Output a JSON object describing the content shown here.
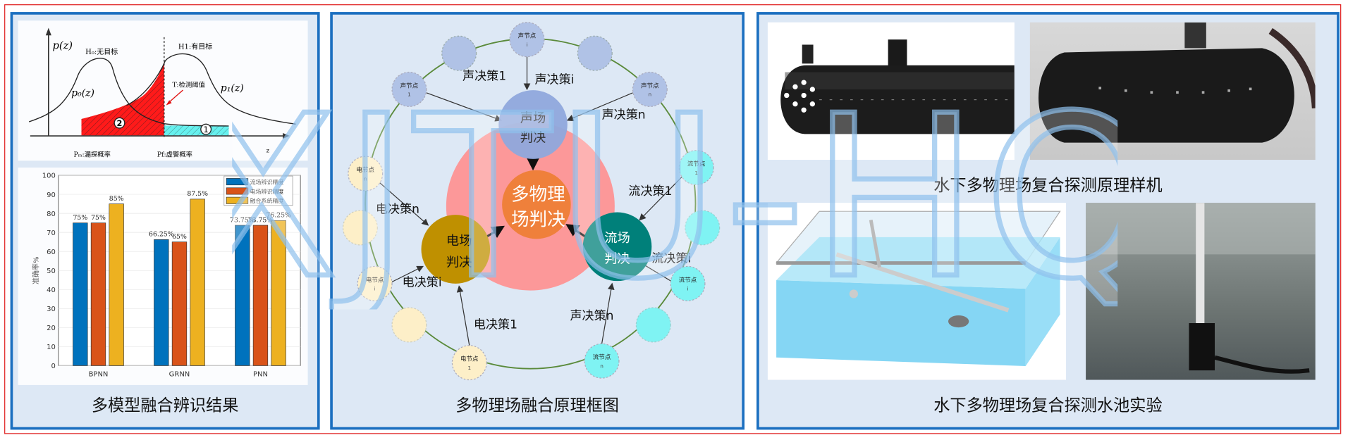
{
  "panels": {
    "left": {
      "caption": "多模型融合辨识结果"
    },
    "middle": {
      "caption": "多物理场融合原理框图"
    },
    "right": {
      "caption_top": "水下多物理场复合探测原理样机",
      "caption_bottom": "水下多物理场复合探测水池实验"
    }
  },
  "detection_plot": {
    "y_label": "p(z)",
    "x_label": "z",
    "h0_label": "H₀:无目标",
    "h1_label": "H1:有目标",
    "p0_label": "p₀(z)",
    "p1_label": "p₁(z)",
    "threshold_label": "T:检测阈值",
    "region1": "1",
    "region2": "2",
    "miss_label": "Pₘ:漏探概率",
    "false_alarm_label": "Pf:虚警概率"
  },
  "chart_data": {
    "type": "bar",
    "categories": [
      "BPNN",
      "GRNN",
      "PNN"
    ],
    "series": [
      {
        "name": "流场辨识精度",
        "values": [
          75,
          66.25,
          73.75
        ],
        "labels": [
          "75%",
          "66.25%",
          "73.75%"
        ],
        "color": "#0072bd"
      },
      {
        "name": "电场辨识精度",
        "values": [
          75,
          65,
          73.75
        ],
        "labels": [
          "75%",
          "65%",
          "73.75%"
        ],
        "color": "#d95319"
      },
      {
        "name": "融合系统精度",
        "values": [
          85,
          87.5,
          76.25
        ],
        "labels": [
          "85%",
          "87.5%",
          "76.25%"
        ],
        "color": "#edb120"
      }
    ],
    "ylabel": "准确率%",
    "xlabel": "",
    "ylim": [
      0,
      100
    ],
    "yticks": [
      "0",
      "10",
      "20",
      "30",
      "40",
      "50",
      "60",
      "70",
      "80",
      "90",
      "100"
    ],
    "grid": true,
    "legend": "top-right"
  },
  "diagram": {
    "center": "多物理场判决",
    "center_line1": "多物理",
    "center_line2": "场判决",
    "acoustic": {
      "line1": "声场",
      "line2": "判决"
    },
    "electric": {
      "line1": "电场",
      "line2": "判决"
    },
    "flow": {
      "line1": "流场",
      "line2": "判决"
    },
    "nodes": {
      "acoustic_i": {
        "l1": "声节点",
        "l2": "i"
      },
      "acoustic_1": {
        "l1": "声节点",
        "l2": "1"
      },
      "acoustic_n": {
        "l1": "声节点",
        "l2": "n"
      },
      "electric_n": {
        "l1": "电节点",
        "l2": "n"
      },
      "electric_i": {
        "l1": "电节点",
        "l2": "i"
      },
      "electric_1": {
        "l1": "电节点",
        "l2": "1"
      },
      "flow_1": {
        "l1": "流节点",
        "l2": "1"
      },
      "flow_i": {
        "l1": "流节点",
        "l2": "i"
      },
      "flow_n": {
        "l1": "流节点",
        "l2": "n"
      }
    },
    "edges": {
      "acoustic_1": "声决策1",
      "acoustic_i": "声决策i",
      "acoustic_n": "声决策n",
      "electric_n": "电决策n",
      "electric_i": "电决策i",
      "electric_1": "电决策1",
      "flow_1": "流决策1",
      "flow_i": "流决策i",
      "flow_n": "声决策n"
    },
    "colors": {
      "acoustic": "#8fa8dc",
      "electric": "#bf9000",
      "flow": "#00807a",
      "center": "#ed7d31",
      "halo": "#ff8f8f"
    }
  },
  "watermark": "XJTU-HQ"
}
